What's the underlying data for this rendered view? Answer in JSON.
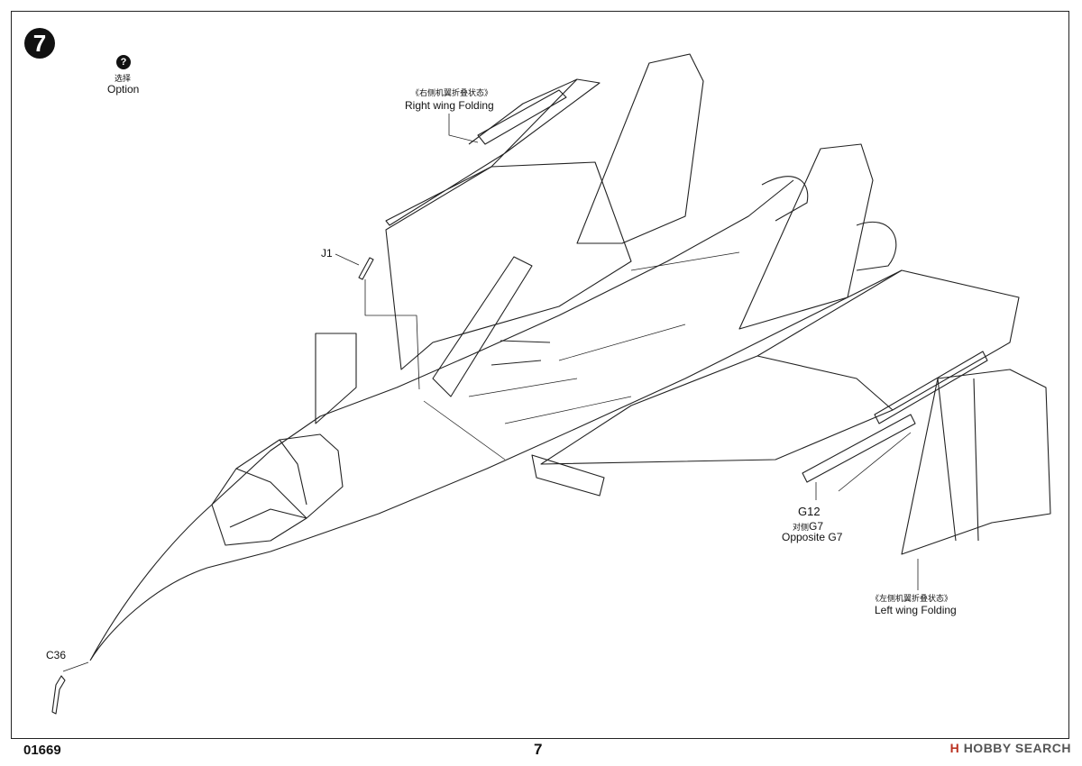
{
  "step": {
    "number": "7"
  },
  "option": {
    "icon": "question-icon",
    "cn": "选择",
    "en": "Option"
  },
  "callouts": {
    "right_wing": {
      "cn": "《右侧机翼折叠状态》",
      "en": "Right wing Folding"
    },
    "j1": "J1",
    "g12": {
      "part": "G12",
      "cn_prefix": "对侧",
      "cn_part": "G7",
      "en": "Opposite G7"
    },
    "left_wing": {
      "cn": "《左侧机翼折叠状态》",
      "en": "Left wing Folding"
    },
    "c36": "C36"
  },
  "footer": {
    "code": "01669",
    "page": "7"
  },
  "watermark": {
    "h": "H",
    "text": "HOBBY SEARCH"
  }
}
